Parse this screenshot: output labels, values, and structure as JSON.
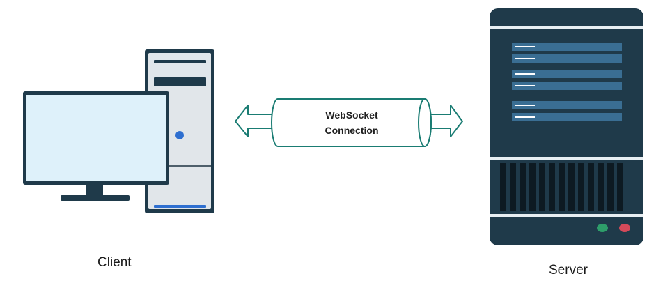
{
  "client": {
    "label": "Client"
  },
  "server": {
    "label": "Server"
  },
  "connection": {
    "line1": "WebSocket",
    "line2": "Connection"
  },
  "colors": {
    "dark_navy": "#1f3a4a",
    "monitor_screen": "#def1fa",
    "tower_body": "#e1e6ea",
    "accent_blue": "#2e6fd0",
    "server_panel": "#3a6e93",
    "teal_outline": "#1a7c73",
    "led_green": "#2e9e6a",
    "led_red": "#d44a5a"
  },
  "icons": {
    "client": "desktop-computer-icon",
    "server": "server-rack-icon",
    "pipe": "pipe-cylinder-icon"
  }
}
